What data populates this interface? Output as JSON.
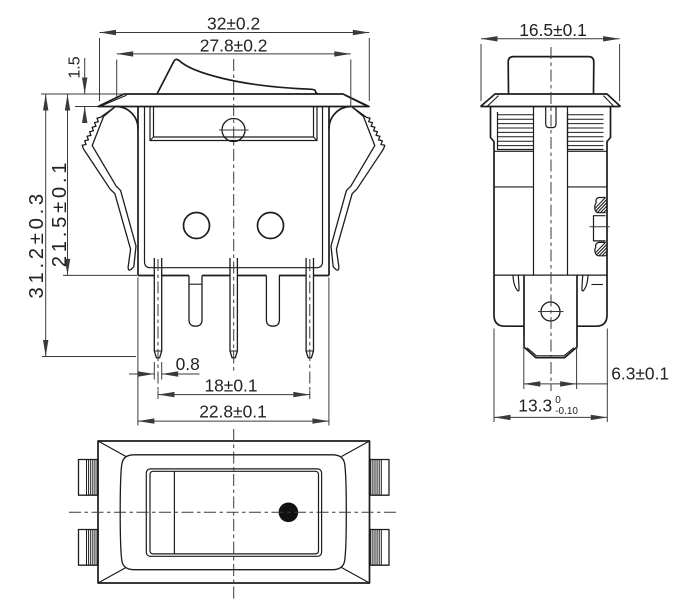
{
  "document": {
    "type": "technical-dimensional-drawing",
    "subject": "panel-mount rocker switch",
    "views": [
      "front elevation",
      "side elevation",
      "top/plan view"
    ],
    "units": "mm",
    "background_color": "#ffffff",
    "line_color": "#1c1c1c"
  },
  "labels": {
    "flange_width": "32±0.2",
    "actuator_width": "27.8±0.2",
    "flange_thickness": "1.5",
    "body_height": "21.5±0.1",
    "overall_height": "31.2±0.3",
    "pin_thickness": "0.8",
    "pin_pitch": "18±0.1",
    "body_width": "22.8±0.1",
    "side_flange_width": "16.5±0.1",
    "terminal_width": "6.3±0.1",
    "lower_body_width": "13.3",
    "lower_body_tol_high": "0",
    "lower_body_tol_low": "-0.10"
  }
}
